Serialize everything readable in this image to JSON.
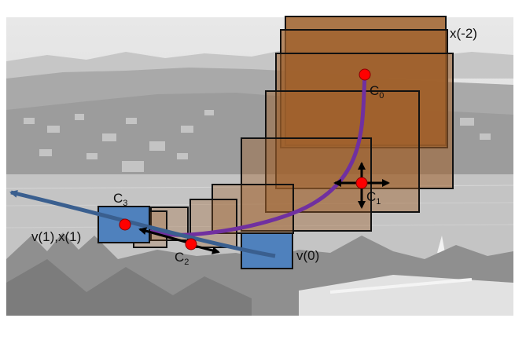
{
  "labels": {
    "c0_main": "C",
    "c0_sub": "0",
    "c1_main": "C",
    "c1_sub": "1",
    "c2_main": "C",
    "c2_sub": "2",
    "c3_main": "C",
    "c3_sub": "3",
    "x_minus_2": "x(-2)",
    "v1_x1": "v(1),x(1)",
    "v0": "v(0)"
  },
  "colors": {
    "background_photo": "#bdbdbd",
    "brown_box": "#a0612c",
    "blue_box": "#4f81bd",
    "purple_trajectory": "#7030a0",
    "blue_arrow": "#3a5f8f",
    "center_dot": "#ff0000",
    "outline": "#111111"
  }
}
